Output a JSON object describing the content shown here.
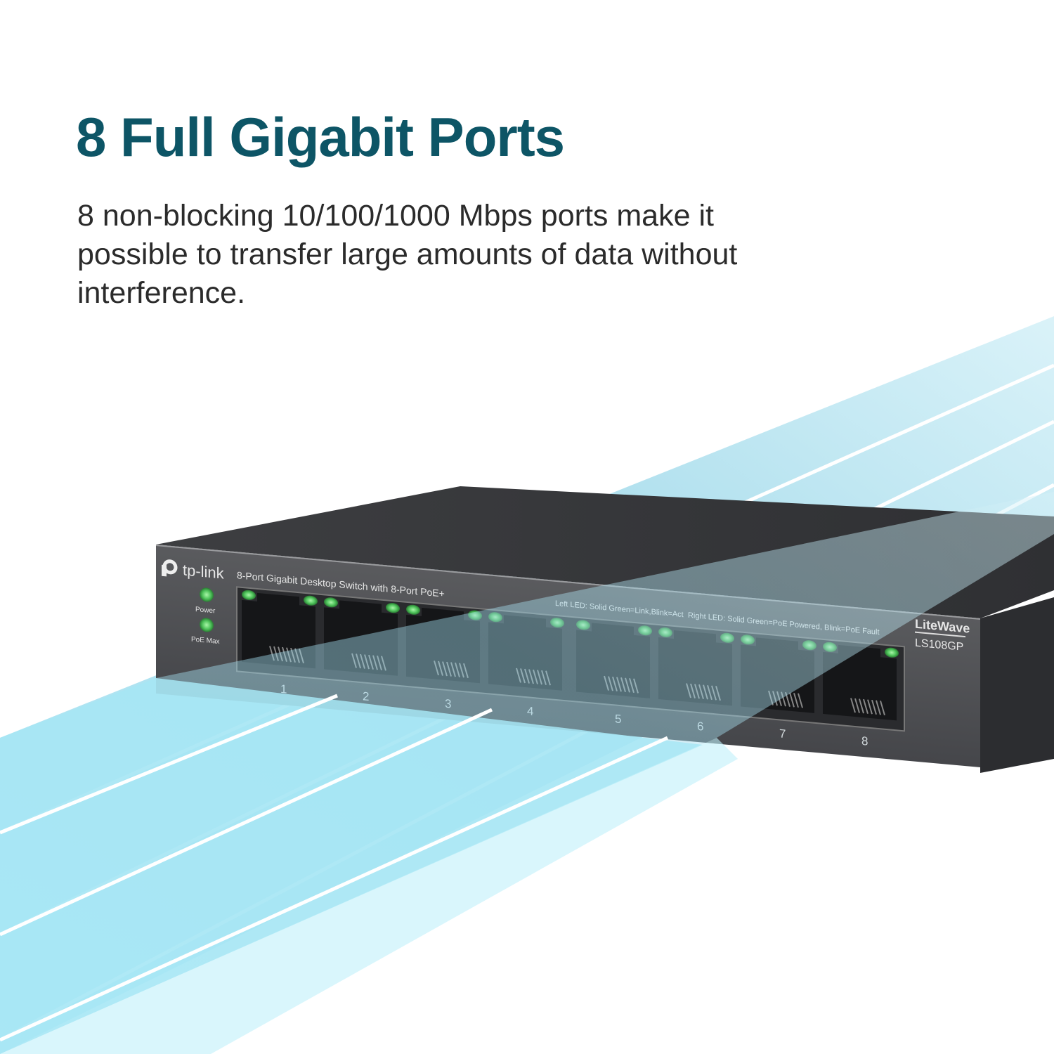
{
  "headline": "8 Full Gigabit Ports",
  "description": "8 non-blocking 10/100/1000 Mbps ports make it possible to transfer large amounts of data without interference.",
  "device": {
    "brand": "tp-link",
    "product_line": "LiteWave",
    "model": "LS108GP",
    "front_label": "8-Port Gigabit Desktop Switch with 8-Port PoE+",
    "left_led_legend": "Left LED: Solid Green=Link,Blink=Act",
    "right_led_legend": "Right LED: Solid Green=PoE Powered, Blink=PoE Fault",
    "status_leds": [
      {
        "label": "Power",
        "state": "on"
      },
      {
        "label": "PoE Max",
        "state": "on"
      }
    ],
    "ports": [
      "1",
      "2",
      "3",
      "4",
      "5",
      "6",
      "7",
      "8"
    ],
    "colors": {
      "body": "#4a4b4e",
      "led": "#5fd46a",
      "beam": "#a8e4f2",
      "headline": "#0d5566"
    }
  }
}
